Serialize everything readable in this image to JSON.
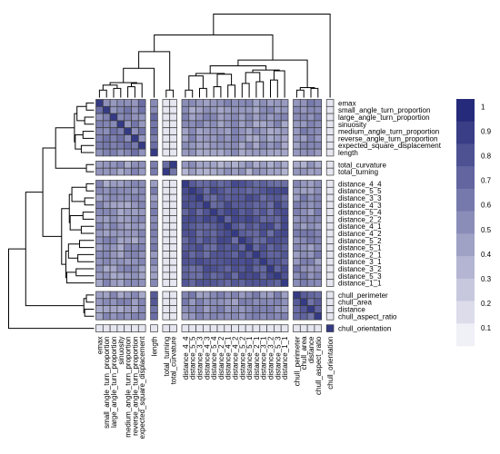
{
  "chart_data": {
    "type": "heatmap",
    "title": "",
    "xlabel": "",
    "ylabel": "",
    "clustered": true,
    "dendrograms": [
      "top",
      "left"
    ],
    "rows": [
      "emax",
      "small_angle_turn_proportion",
      "large_angle_turn_proportion",
      "sinuosity",
      "medium_angle_turn_proportion",
      "reverse_angle_turn_proportion",
      "expected_square_displacement",
      "length",
      "total_curvature",
      "total_turning",
      "distance_4_4",
      "distance_5_5",
      "distance_3_3",
      "distance_4_3",
      "distance_5_4",
      "distance_2_2",
      "distance_4_1",
      "distance_4_2",
      "distance_5_2",
      "distance_5_1",
      "distance_2_1",
      "distance_3_1",
      "distance_3_2",
      "distance_5_3",
      "distance_1_1",
      "chull_perimeter",
      "chull_area",
      "distance",
      "chull_aspect_ratio",
      "chull_orientation"
    ],
    "columns": [
      "emax",
      "small_angle_turn_proportion",
      "large_angle_turn_proportion",
      "sinuosity",
      "medium_angle_turn_proportion",
      "reverse_angle_turn_proportion",
      "expected_square_displacement",
      "length",
      "total_turning",
      "total_curvature",
      "distance_4_4",
      "distance_5_5",
      "distance_3_3",
      "distance_4_3",
      "distance_5_4",
      "distance_2_2",
      "distance_4_1",
      "distance_4_2",
      "distance_5_2",
      "distance_5_1",
      "distance_2_1",
      "distance_3_1",
      "distance_3_2",
      "distance_5_3",
      "distance_1_1",
      "chull_perimeter",
      "chull_area",
      "distance",
      "chull_aspect_ratio",
      "chull_orientation"
    ],
    "row_groups": [
      8,
      2,
      15,
      4,
      1
    ],
    "col_groups": [
      7,
      1,
      2,
      15,
      4,
      1
    ],
    "group_values": [
      [
        0.55,
        0.6,
        0.05,
        0.45,
        0.5,
        0.05
      ],
      [
        0.45,
        0.5,
        0.65,
        0.4,
        0.4,
        0.05
      ],
      [
        0.45,
        0.5,
        0.05,
        0.75,
        0.5,
        0.05
      ],
      [
        0.45,
        0.7,
        0.05,
        0.5,
        0.7,
        0.05
      ],
      [
        0.05,
        0.05,
        0.05,
        0.05,
        0.05,
        0.9
      ]
    ],
    "value_range": [
      0,
      1
    ],
    "color_low": "#f0f0f7",
    "color_high": "#252a7a",
    "colorbar": {
      "ticks": [
        "1",
        "0.9",
        "0.8",
        "0.7",
        "0.6",
        "0.5",
        "0.4",
        "0.3",
        "0.2",
        "0.1"
      ],
      "levels": 10,
      "position": "right"
    }
  }
}
